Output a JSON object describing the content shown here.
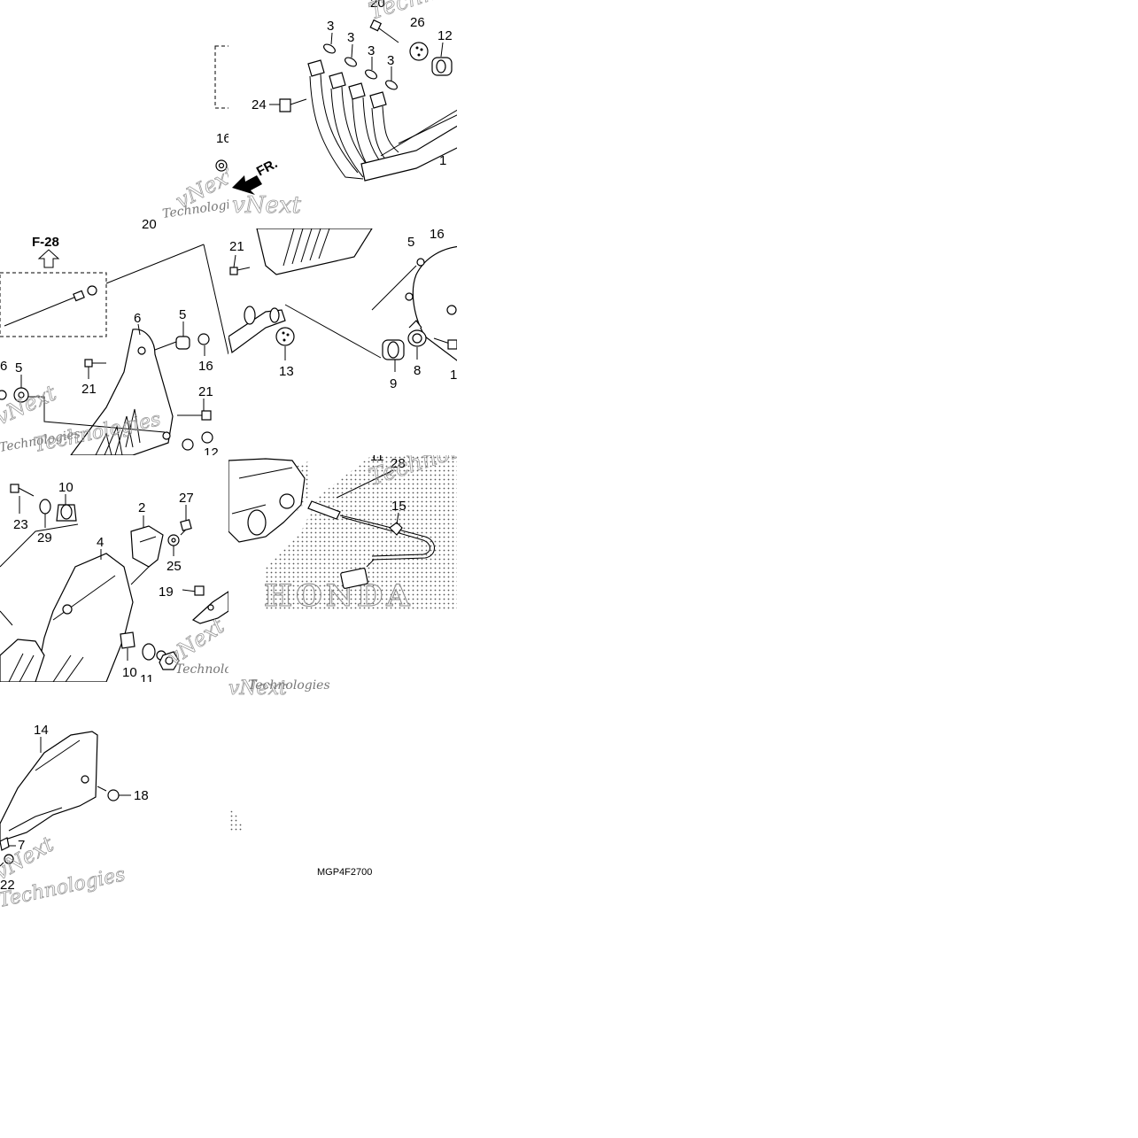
{
  "diagram": {
    "diagram_code": "MGP4F2700",
    "reference_label": "F-28",
    "front_label": "FR.",
    "watermark": {
      "line1": "vNext",
      "line2": "Technologies"
    },
    "brand_mark": "HONDA",
    "callouts": {
      "p1": "1",
      "p2": "2",
      "p3": "3",
      "p4": "4",
      "p5": "5",
      "p6": "6",
      "p7": "7",
      "p8": "8",
      "p9": "9",
      "p10": "10",
      "p11": "11",
      "p12": "12",
      "p13": "13",
      "p14": "14",
      "p15": "15",
      "p16": "16",
      "p18": "18",
      "p19": "19",
      "p20": "20",
      "p21": "21",
      "p22": "22",
      "p23": "23",
      "p24": "24",
      "p25": "25",
      "p26": "26",
      "p27": "27",
      "p28": "28",
      "p29": "29"
    }
  }
}
